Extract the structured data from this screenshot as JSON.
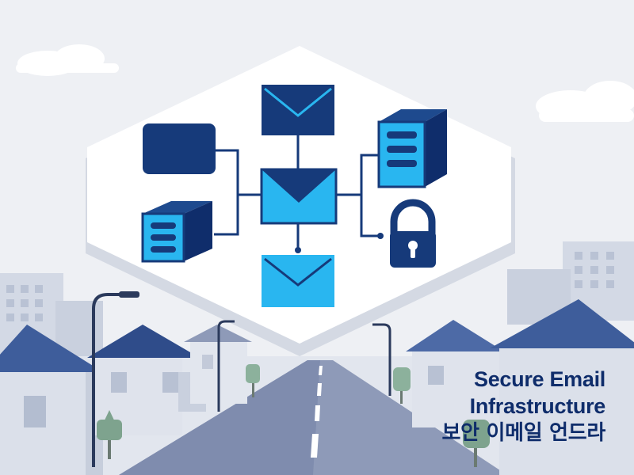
{
  "caption": {
    "line1": "Secure Email",
    "line2": "Infrastructure",
    "line3": "보안 이메일 언드라"
  },
  "icons": [
    "envelope-icon-top",
    "envelope-icon-center",
    "envelope-icon-bottom",
    "monitor-icon",
    "server-icon-left",
    "server-icon-right",
    "lock-icon"
  ],
  "colors": {
    "navy": "#163a7a",
    "navy_dark": "#0f2d6b",
    "cyan": "#29b6f0",
    "cyan_light": "#5ccff7",
    "sky": "#eef0f4",
    "road": "#8e9ab8",
    "roof": "#3e5d9b"
  }
}
